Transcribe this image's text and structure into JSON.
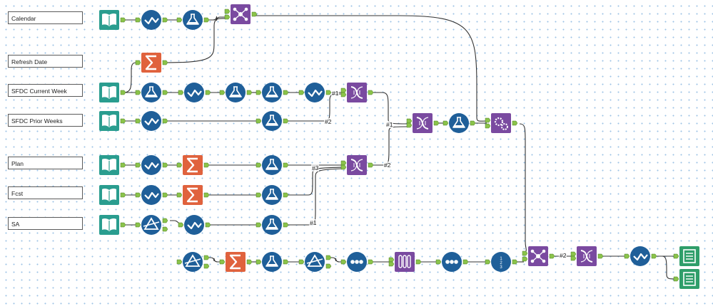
{
  "canvas": {
    "background": "#ffffff",
    "grid_dot_color": "#9ec3e6"
  },
  "colors": {
    "input_green": "#2a9d8f",
    "tool_blue": "#1f5f99",
    "summarize_orange": "#e0623d",
    "join_purple": "#7a4aa0",
    "output_green": "#2f9e6a",
    "anchor_green": "#8bc34a",
    "wire": "#333333"
  },
  "annotations": [
    {
      "id": "calendar",
      "text": "Calendar"
    },
    {
      "id": "refresh_date",
      "text": "Refresh Date"
    },
    {
      "id": "sfdc_current_week",
      "text": "SFDC Current Week"
    },
    {
      "id": "sfdc_prior_weeks",
      "text": "SFDC Prior Weeks"
    },
    {
      "id": "plan",
      "text": "Plan"
    },
    {
      "id": "fcst",
      "text": "Fcst"
    },
    {
      "id": "sa",
      "text": "SA"
    }
  ],
  "connection_labels": {
    "l1": "#1",
    "l2": "#2",
    "l3": "#1",
    "l4": "#3",
    "l5": "#2",
    "l6": "#1",
    "l7": "#2"
  },
  "tools": [
    {
      "id": "cal_in",
      "icon": "book-input-icon"
    },
    {
      "id": "cal_select",
      "icon": "select-check-icon"
    },
    {
      "id": "cal_formula",
      "icon": "formula-flask-icon"
    },
    {
      "id": "append",
      "icon": "append-fields-icon"
    },
    {
      "id": "refresh_sum",
      "icon": "summarize-sigma-icon"
    },
    {
      "id": "cw_in",
      "icon": "book-input-icon"
    },
    {
      "id": "cw_formula1",
      "icon": "formula-flask-icon"
    },
    {
      "id": "cw_select1",
      "icon": "select-check-icon"
    },
    {
      "id": "cw_formula2",
      "icon": "formula-flask-icon"
    },
    {
      "id": "cw_formula3",
      "icon": "formula-flask-icon"
    },
    {
      "id": "cw_select2",
      "icon": "select-check-icon"
    },
    {
      "id": "union1",
      "icon": "union-icon"
    },
    {
      "id": "pw_in",
      "icon": "book-input-icon"
    },
    {
      "id": "pw_select",
      "icon": "select-check-icon"
    },
    {
      "id": "pw_formula",
      "icon": "formula-flask-icon"
    },
    {
      "id": "union_main",
      "icon": "union-icon"
    },
    {
      "id": "main_formula",
      "icon": "formula-flask-icon"
    },
    {
      "id": "batch_macro",
      "icon": "batch-macro-gears-icon"
    },
    {
      "id": "plan_in",
      "icon": "book-input-icon"
    },
    {
      "id": "plan_select",
      "icon": "select-check-icon"
    },
    {
      "id": "plan_sum",
      "icon": "summarize-sigma-icon"
    },
    {
      "id": "plan_formula",
      "icon": "formula-flask-icon"
    },
    {
      "id": "union2",
      "icon": "union-icon"
    },
    {
      "id": "fcst_in",
      "icon": "book-input-icon"
    },
    {
      "id": "fcst_select",
      "icon": "select-check-icon"
    },
    {
      "id": "fcst_sum",
      "icon": "summarize-sigma-icon"
    },
    {
      "id": "fcst_formula",
      "icon": "formula-flask-icon"
    },
    {
      "id": "sa_in",
      "icon": "book-input-icon"
    },
    {
      "id": "sa_filter",
      "icon": "filter-triangle-icon"
    },
    {
      "id": "sa_select",
      "icon": "select-check-icon"
    },
    {
      "id": "sa_formula",
      "icon": "formula-flask-icon"
    },
    {
      "id": "b_filter1",
      "icon": "filter-triangle-icon"
    },
    {
      "id": "b_sum",
      "icon": "summarize-sigma-icon"
    },
    {
      "id": "b_formula",
      "icon": "formula-flask-icon"
    },
    {
      "id": "b_filter2",
      "icon": "filter-triangle-icon"
    },
    {
      "id": "b_dots1",
      "icon": "crosstab-dots-icon"
    },
    {
      "id": "b_tubes",
      "icon": "test-tubes-icon"
    },
    {
      "id": "b_dots2",
      "icon": "crosstab-dots-icon"
    },
    {
      "id": "b_recordid",
      "icon": "record-id-icon"
    },
    {
      "id": "b_append",
      "icon": "append-fields-icon"
    },
    {
      "id": "b_union",
      "icon": "union-icon"
    },
    {
      "id": "b_select",
      "icon": "select-check-icon"
    },
    {
      "id": "out1",
      "icon": "output-browse-icon"
    },
    {
      "id": "out2",
      "icon": "output-browse-icon"
    }
  ]
}
